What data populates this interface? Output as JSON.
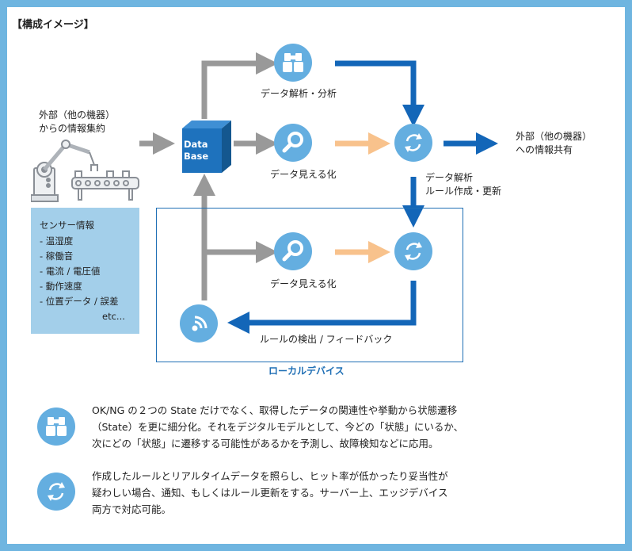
{
  "heading": "【構成イメージ】",
  "external_in": {
    "line1": "外部（他の機器）",
    "line2": "からの情報集約"
  },
  "external_out": {
    "line1": "外部（他の機器）",
    "line2": "への情報共有"
  },
  "database": {
    "line1": "Data",
    "line2": "Base"
  },
  "sensor": {
    "title": "センサー情報",
    "items": [
      "- 温湿度",
      "- 稼働音",
      "- 電流 / 電圧値",
      "- 動作速度",
      "- 位置データ / 誤差"
    ],
    "more": "etc..."
  },
  "labels": {
    "analysis": "データ解析・分析",
    "visualize_top": "データ見える化",
    "rule_update_1": "データ解析",
    "rule_update_2": "ルール作成・更新",
    "visualize_local": "データ見える化",
    "feedback": "ルールの検出 / フィードバック",
    "local_device": "ローカルデバイス"
  },
  "descriptions": [
    {
      "icon": "binoculars-icon",
      "lines": [
        "OK/NG の２つの State だけでなく、取得したデータの関連性や挙動から状態遷移",
        "（State）を更に細分化。それをデジタルモデルとして、今どの「状態」にいるか、",
        "次にどの「状態」に遷移する可能性があるかを予測し、故障検知などに応用。"
      ]
    },
    {
      "icon": "refresh-icon",
      "lines": [
        "作成したルールとリアルタイムデータを照らし、ヒット率が低かったり妥当性が",
        "疑わしい場合、通知、もしくはルール更新をする。サーバー上、エッジデバイス",
        "両方で対応可能。"
      ]
    }
  ],
  "colors": {
    "frame": "#6fb5e0",
    "icon_circle": "#64aee0",
    "gray_arrow": "#999999",
    "blue_arrow": "#1366b8",
    "orange_arrow": "#f8c28c",
    "sensor_box": "#a3cfea",
    "local_box_border": "#1f6fb5",
    "database": "#1e72bd"
  }
}
